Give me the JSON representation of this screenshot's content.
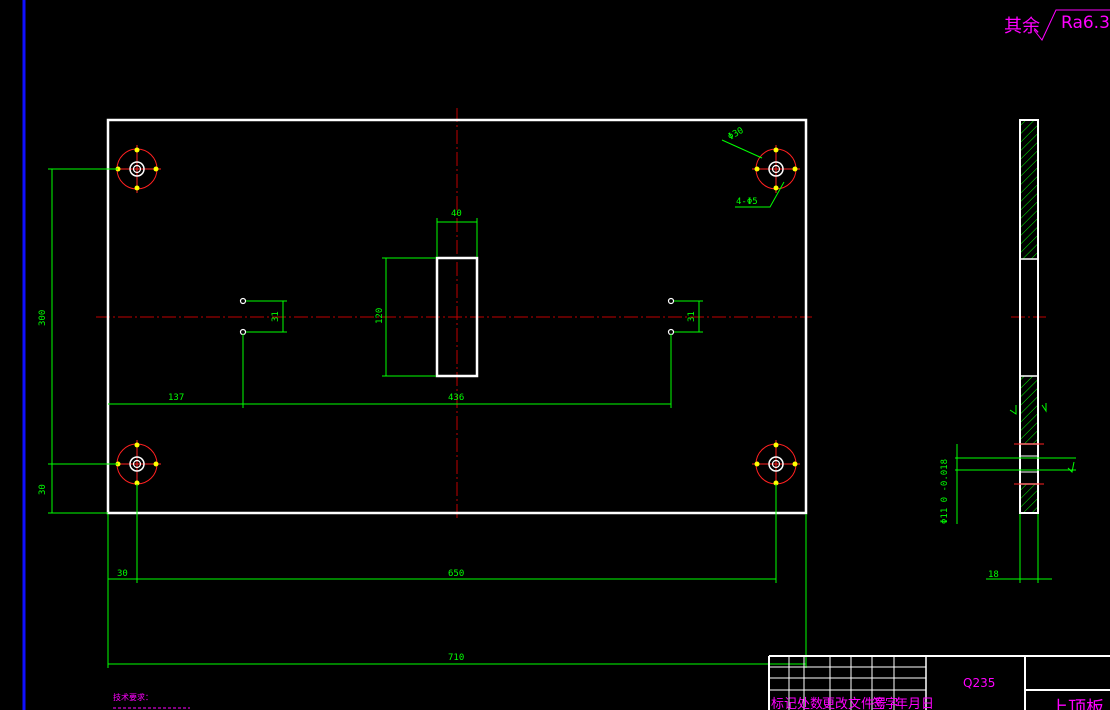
{
  "roughness": {
    "prefix": "其余",
    "value": "Ra6.3"
  },
  "dimensions": {
    "diameter_30": "Φ30",
    "holes_4_d5": "4-Φ5",
    "width_40": "40",
    "height_120": "120",
    "offset_31_left": "31",
    "offset_31_right": "31",
    "pos_137": "137",
    "pos_436": "436",
    "height_300": "300",
    "edge_30_vertical": "30",
    "edge_30_horizontal": "30",
    "span_650": "650",
    "overall_710": "710",
    "thickness_18": "18",
    "side_tol": "Φ11 0 -0.018"
  },
  "notes": {
    "tech_req_title": "技术要求："
  },
  "title_block": {
    "material": "Q235",
    "header_cells": [
      "标记",
      "处数",
      "更改文件号",
      "签字",
      "年月日"
    ],
    "part_name_partial": "上顶板"
  },
  "colors": {
    "background": "#000000",
    "dimension": "#00ff00",
    "outline": "#ffffff",
    "centerline": "#c00000",
    "annotation": "#ff00ff",
    "margin_line": "#0000ff"
  }
}
